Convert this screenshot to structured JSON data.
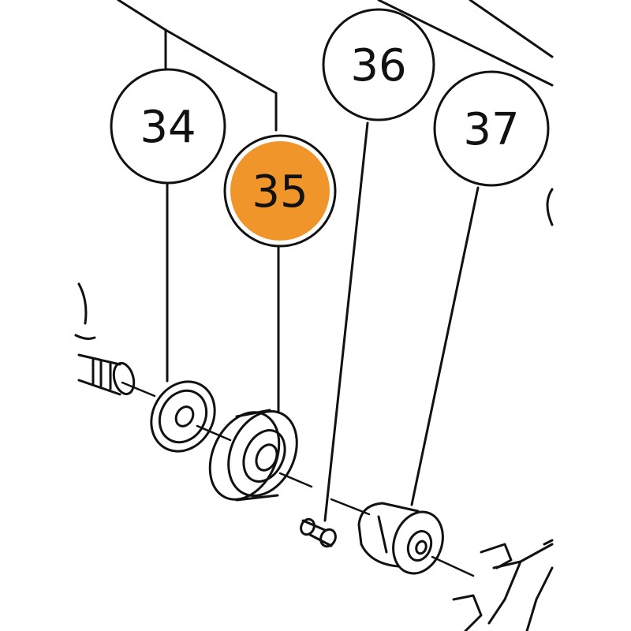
{
  "colors": {
    "line": "#111111",
    "highlight": "#F0952A",
    "background": "#FFFFFF"
  },
  "callouts": [
    {
      "id": "c34",
      "label": "34",
      "highlighted": false
    },
    {
      "id": "c35",
      "label": "35",
      "highlighted": true
    },
    {
      "id": "c36",
      "label": "36",
      "highlighted": false
    },
    {
      "id": "c37",
      "label": "37",
      "highlighted": false
    }
  ]
}
